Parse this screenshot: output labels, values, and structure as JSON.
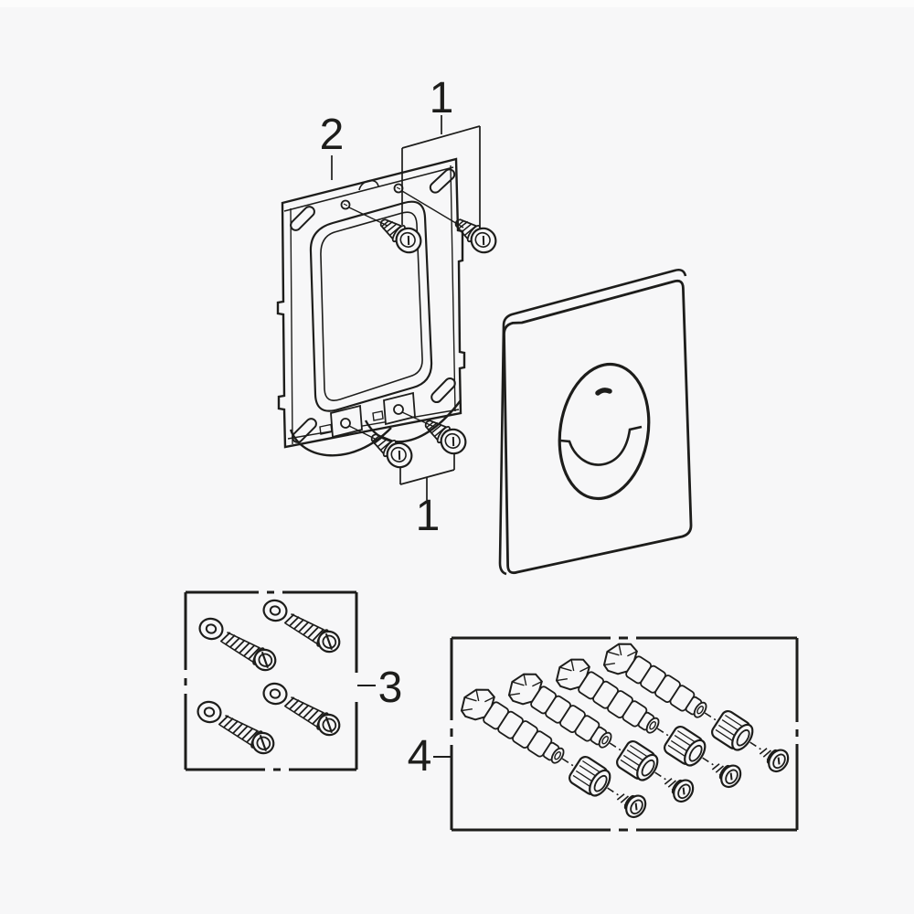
{
  "canvas": {
    "background_color": "#f7f7f8",
    "line_color": "#1d1d1b",
    "description": "Exploded parts diagram of a toilet flush plate installation kit"
  },
  "parts": {
    "mounting_frame": "mounting frame",
    "top_screws": "two fixing screws (top)",
    "bottom_screws": "two fixing screws (bottom)",
    "flush_plate": "flush actuation plate with oval button",
    "screw_washer_kit": "set of four long screws with washers",
    "wall_plug_kit": "set of four wall plugs with sleeves and screws"
  },
  "callouts": {
    "top_screws": {
      "label": "1"
    },
    "frame": {
      "label": "2"
    },
    "bottom_screws": {
      "label": "1"
    },
    "screw_washer_kit": {
      "label": "3"
    },
    "wall_plug_kit": {
      "label": "4"
    }
  }
}
